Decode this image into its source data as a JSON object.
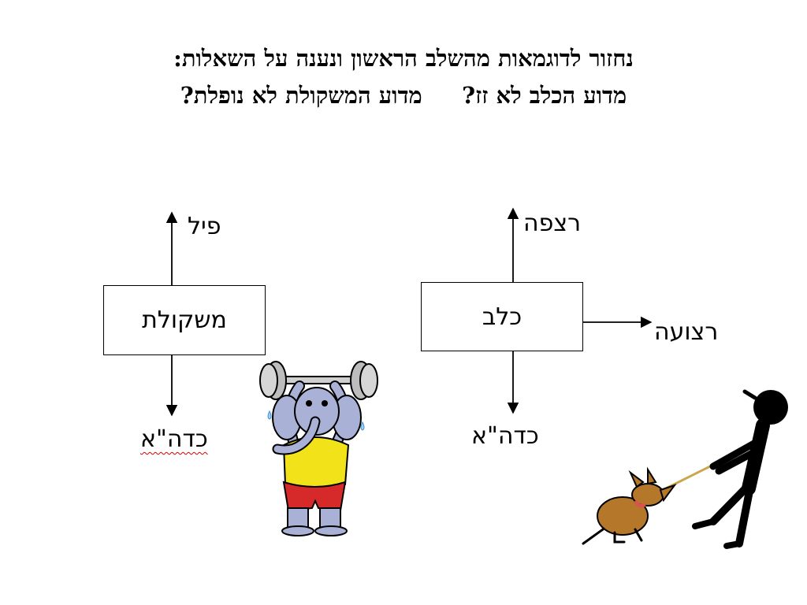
{
  "title": {
    "line1": "נחזור לדוגמאות מהשלב הראשון ונענה על השאלות:",
    "line2": "מדוע הכלב לא זז?     מדוע המשקולת לא נופלת?"
  },
  "diagram_left": {
    "object": "משקולת",
    "force_up": "פיל",
    "force_down": "כדה\"א"
  },
  "diagram_right": {
    "object": "כלב",
    "force_up": "רצפה",
    "force_right": "רצועה",
    "force_down": "כדה\"א"
  },
  "colors": {
    "elephant_body": "#a9b2d6",
    "elephant_shirt": "#f2e21a",
    "elephant_shorts": "#d62a2a",
    "dog_body": "#b5782a",
    "dog_collar": "#d9534f",
    "leash": "#c9a74a",
    "person": "#000000"
  }
}
